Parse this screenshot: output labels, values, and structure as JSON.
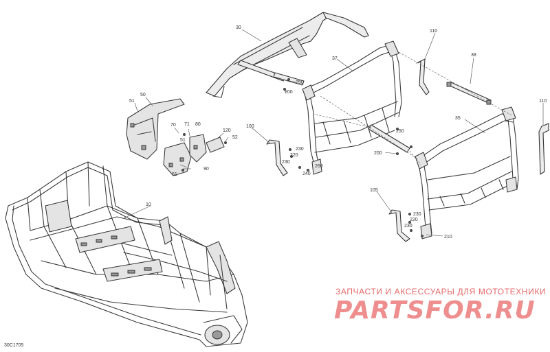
{
  "diagram": {
    "drawing_id": "30C1705",
    "callouts": [
      "10",
      "30",
      "35",
      "37",
      "38",
      "50",
      "51",
      "51",
      "52",
      "70",
      "71",
      "80",
      "90",
      "100",
      "105",
      "110",
      "110",
      "120",
      "200",
      "200",
      "210",
      "220",
      "220",
      "230",
      "230",
      "230",
      "230",
      "240",
      "250",
      "250",
      "260"
    ]
  },
  "watermark": {
    "tagline": "ЗАПЧАСТИ И АКСЕССУАРЫ ДЛЯ МОТОТЕХНИКИ",
    "logo": "PARTSFOR.RU"
  },
  "colors": {
    "line": "#3a3a3a",
    "watermark": "#e04040",
    "background": "#ffffff"
  }
}
